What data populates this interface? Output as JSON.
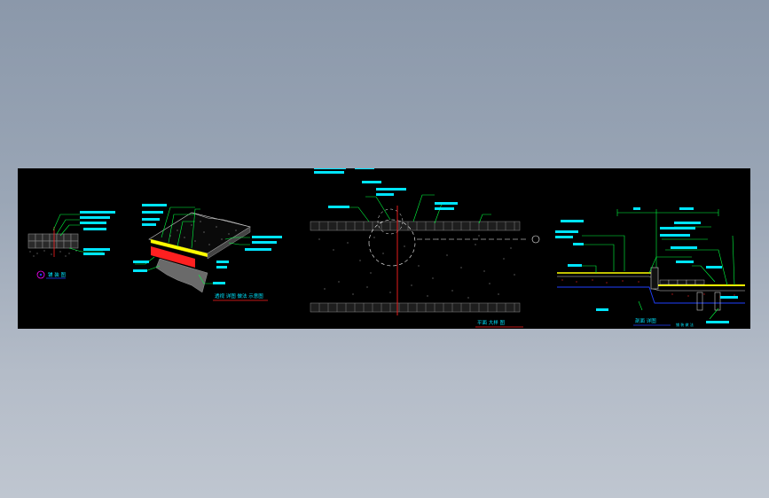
{
  "drawing": {
    "background": "#000000",
    "accent_cyan": "#00e5ff",
    "accent_green": "#00ff40",
    "accent_red": "#ff2020",
    "accent_yellow": "#ffff00",
    "accent_blue": "#2040ff",
    "accent_magenta": "#ff00ff"
  },
  "views": {
    "paving_small_title": "铺 装 图",
    "isometric_title": "透视 详图 做法 示意图",
    "plan_title": "平面 大样 图",
    "section_title": "剖面 详图",
    "section_note": "铺 装 做 法"
  }
}
